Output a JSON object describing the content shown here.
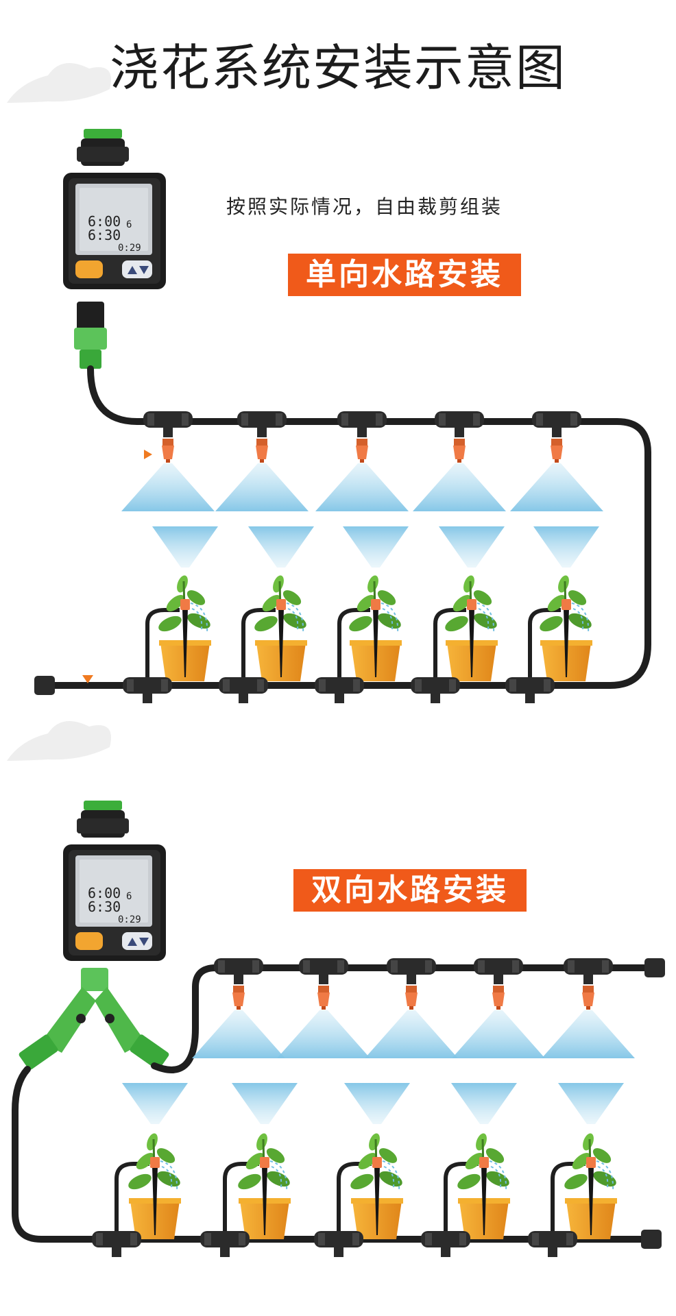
{
  "title": "浇花系统安装示意图",
  "subtitle": "按照实际情况，自由裁剪组装",
  "sections": {
    "single": {
      "label": "单向水路安装"
    },
    "double": {
      "label": "双向水路安装"
    }
  },
  "timer": {
    "time1": "6:00",
    "time2": "6:30",
    "time3": "0:29",
    "count": "6"
  },
  "colors": {
    "pipe": "#1f1f1f",
    "nozzle": "#f07a45",
    "spray": "#9fd3ea",
    "leaf": "#58a832",
    "pot": "#f2a020",
    "connector": "#4fb84a",
    "badge": "#f05a1a"
  }
}
